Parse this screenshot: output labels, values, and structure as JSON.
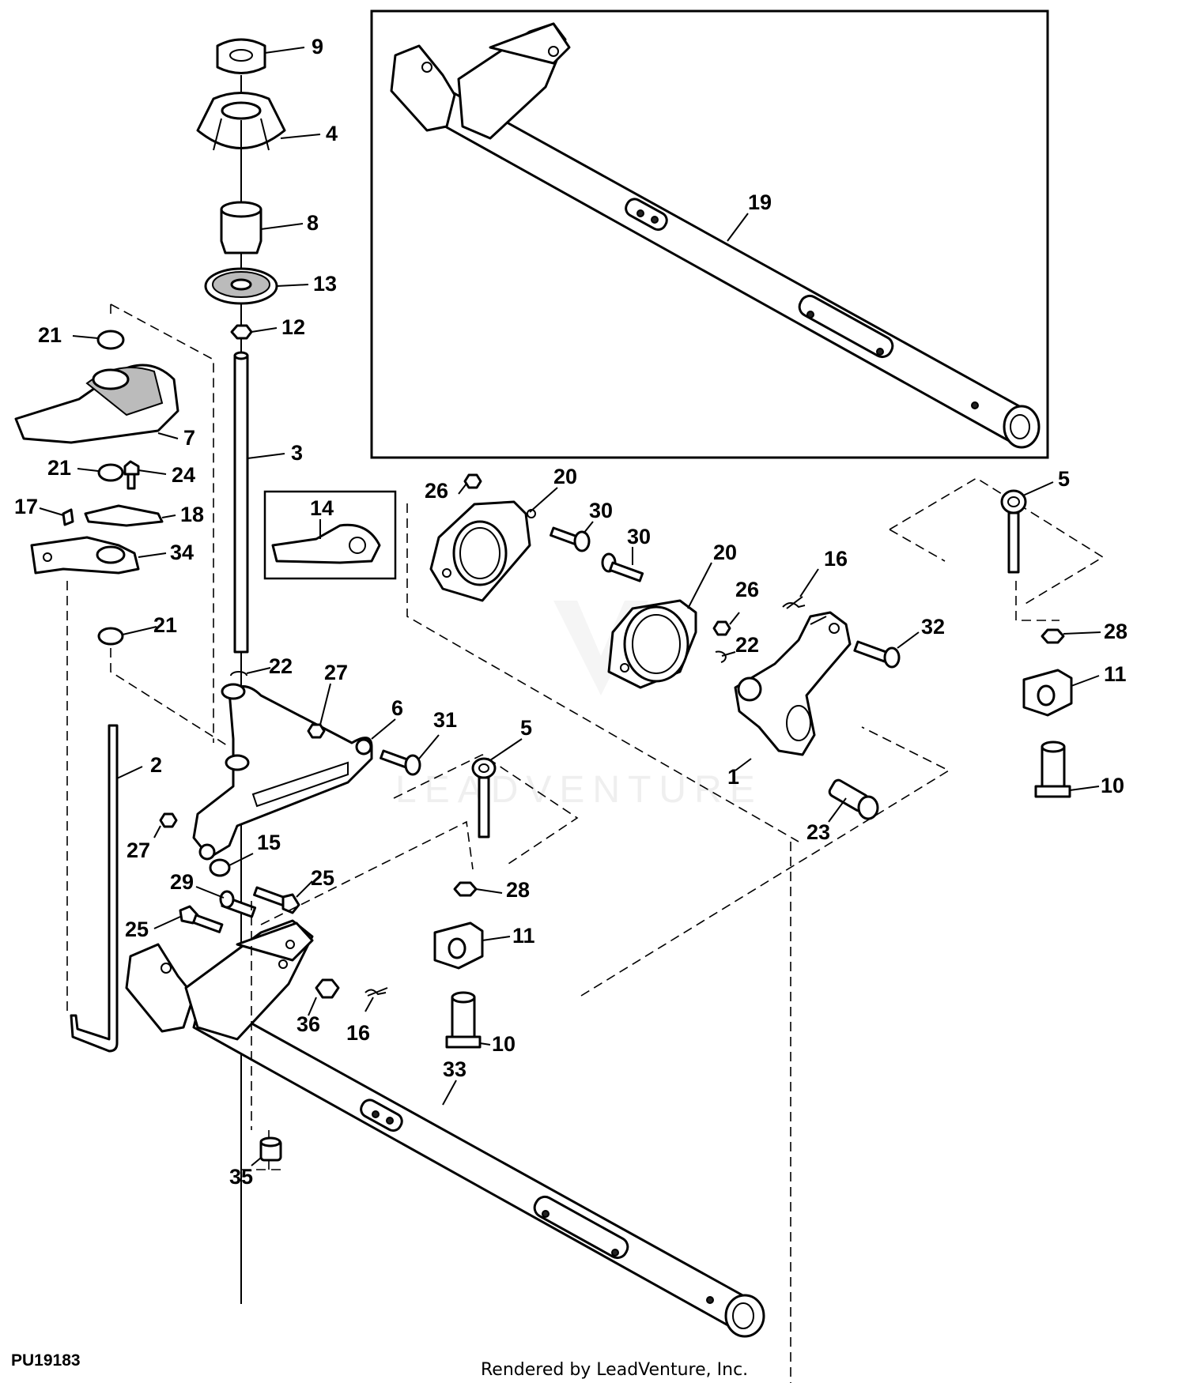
{
  "diagram": {
    "figure_id": "PU19183",
    "footer": "Rendered by LeadVenture, Inc.",
    "watermark": "LEADVENTURE",
    "callouts": {
      "c9": "9",
      "c4": "4",
      "c8": "8",
      "c13": "13",
      "c12": "12",
      "c3": "3",
      "c21a": "21",
      "c7": "7",
      "c21b": "21",
      "c24": "24",
      "c17": "17",
      "c18": "18",
      "c34": "34",
      "c21c": "21",
      "c22a": "22",
      "c27a": "27",
      "c6": "6",
      "c31": "31",
      "c2": "2",
      "c27b": "27",
      "c15": "15",
      "c29": "29",
      "c25a": "25",
      "c25b": "25",
      "c5a": "5",
      "c28a": "28",
      "c11a": "11",
      "c10a": "10",
      "c36": "36",
      "c16a": "16",
      "c33": "33",
      "c35": "35",
      "c14": "14",
      "c19": "19",
      "c26a": "26",
      "c20a": "20",
      "c30a": "30",
      "c30b": "30",
      "c20b": "20",
      "c26b": "26",
      "c22b": "22",
      "c16b": "16",
      "c32": "32",
      "c1": "1",
      "c23": "23",
      "c5b": "5",
      "c28b": "28",
      "c11b": "11",
      "c10b": "10"
    }
  }
}
